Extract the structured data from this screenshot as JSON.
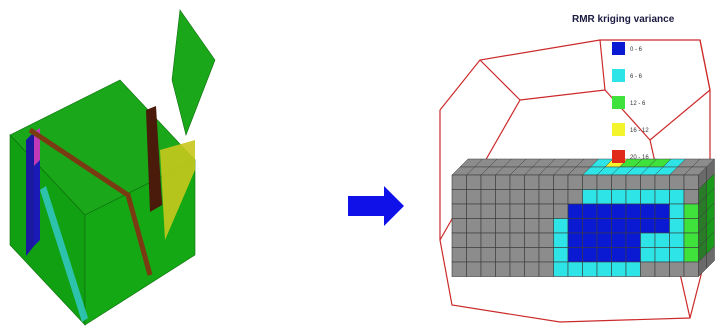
{
  "legend": {
    "title": "RMR kriging variance",
    "items": [
      {
        "label": "0 - 6",
        "color": "#0a1ad2"
      },
      {
        "label": "6 - 6",
        "color": "#2ee4e6"
      },
      {
        "label": "12 - 6",
        "color": "#3ee23a"
      },
      {
        "label": "16 - 12",
        "color": "#f4f42c"
      },
      {
        "label": "20 - 16",
        "color": "#e02a1a"
      }
    ]
  },
  "colors": {
    "geology_green": "#14a414",
    "fault_brown": "#7a3a12",
    "arrow_blue": "#1010e8",
    "block_grey": "#8a8a8a",
    "outline_red": "#cc2a2a"
  }
}
